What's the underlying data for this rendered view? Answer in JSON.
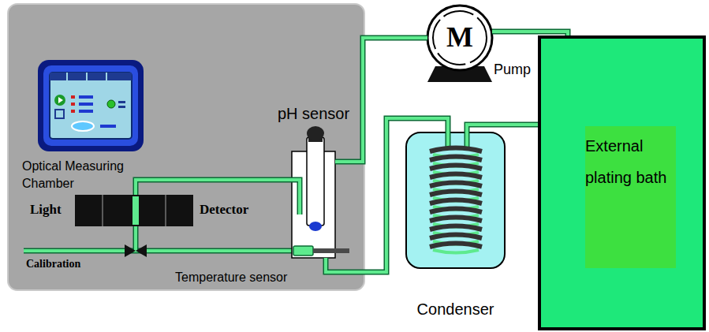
{
  "diagram": {
    "nodes": [
      {
        "text": [
          "Optical Measuring Chamber",
          "Light",
          "Detector"
        ]
      },
      {
        "text": [
          "pH sensor"
        ]
      },
      {
        "text": [
          "M",
          "Pump"
        ]
      },
      {
        "text": [
          "Condenser"
        ]
      },
      {
        "text": [
          "External plating bath"
        ]
      }
    ],
    "edges": [
      {
        "from": 0,
        "to": 1,
        "arrow": "none"
      },
      {
        "from": 1,
        "to": 2,
        "arrow": "none"
      },
      {
        "from": 2,
        "to": 4,
        "arrow": "none"
      },
      {
        "from": 4,
        "to": 3,
        "arrow": "none"
      },
      {
        "from": 3,
        "to": 1,
        "arrow": "none"
      }
    ],
    "labels": [
      "Calibration",
      "Temperature sensor"
    ]
  }
}
